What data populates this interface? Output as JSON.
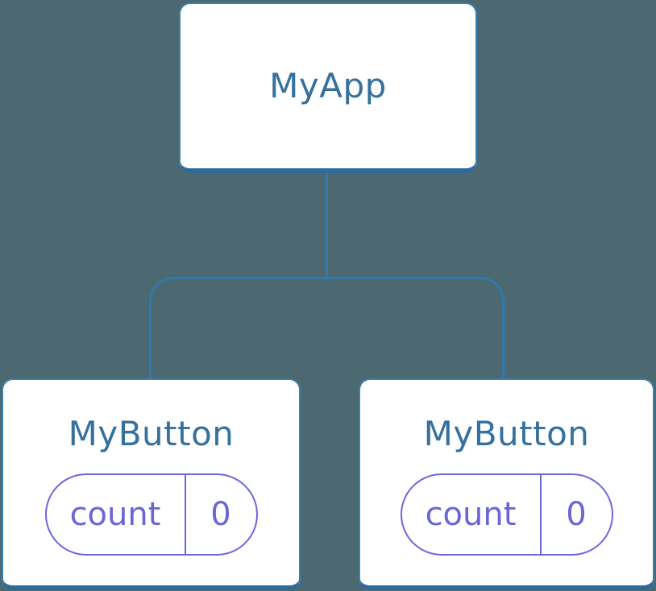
{
  "diagram": {
    "type": "component-tree",
    "colors": {
      "background": "#4c6971",
      "connector_line": "#2f79ad",
      "node_fill": "#ffffff",
      "node_border": "#3a80b0",
      "node_border_bottom": "#2e6b9b",
      "component_title_text": "#35719e",
      "state_accent": "#6a66d8"
    },
    "root": {
      "label": "MyApp"
    },
    "children": [
      {
        "label": "MyButton",
        "state": {
          "key": "count",
          "value": "0"
        }
      },
      {
        "label": "MyButton",
        "state": {
          "key": "count",
          "value": "0"
        }
      }
    ]
  }
}
